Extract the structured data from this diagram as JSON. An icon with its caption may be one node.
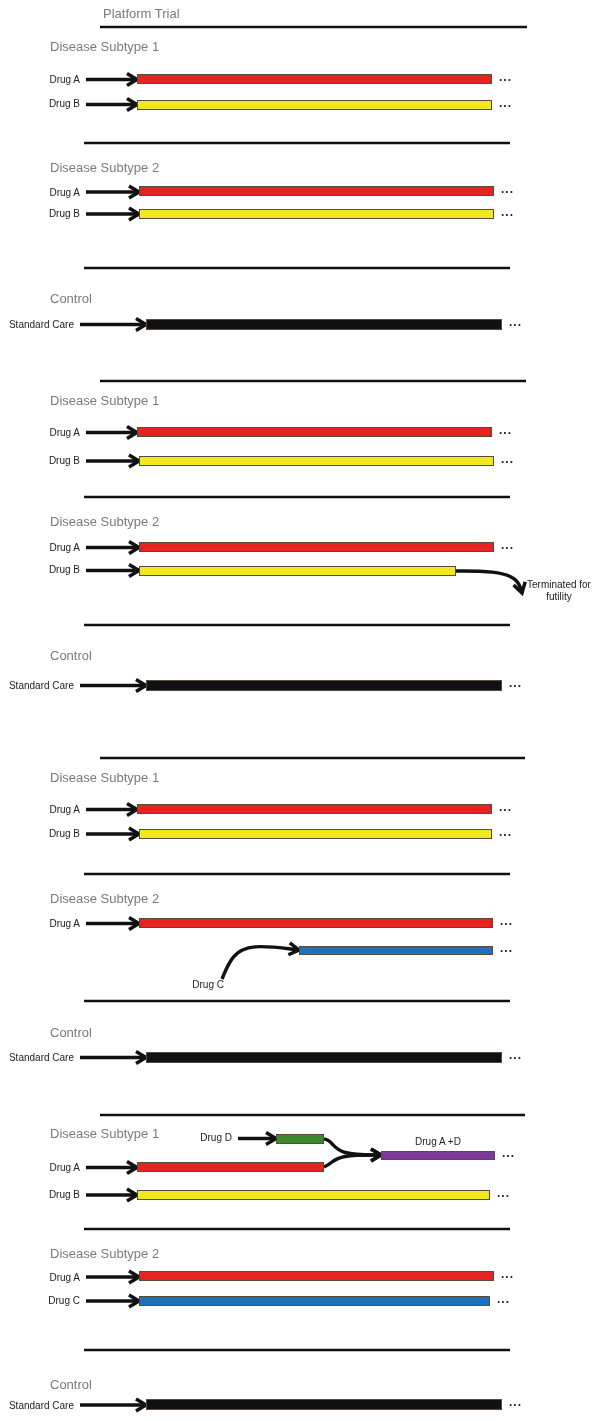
{
  "diagram": {
    "title": "Platform Trial",
    "nodes": [
      {
        "text": [
          "Drug A"
        ]
      },
      {
        "text": [],
        "shape": "bar",
        "beside": [
          "..."
        ]
      },
      {
        "text": [
          "Drug B"
        ]
      },
      {
        "text": [],
        "shape": "bar",
        "beside": [
          "..."
        ]
      },
      {
        "text": [
          "Drug A"
        ]
      },
      {
        "text": [],
        "shape": "bar",
        "beside": [
          "..."
        ]
      },
      {
        "text": [
          "Drug B"
        ]
      },
      {
        "text": [],
        "shape": "bar",
        "beside": [
          "..."
        ]
      },
      {
        "text": [
          "Standard Care"
        ]
      },
      {
        "text": [],
        "shape": "bar",
        "beside": [
          "..."
        ]
      },
      {
        "text": [
          "Drug A"
        ]
      },
      {
        "text": [],
        "shape": "bar",
        "beside": [
          "..."
        ]
      },
      {
        "text": [
          "Drug B"
        ]
      },
      {
        "text": [],
        "shape": "bar",
        "beside": [
          "..."
        ]
      },
      {
        "text": [
          "Drug A"
        ]
      },
      {
        "text": [],
        "shape": "bar",
        "beside": [
          "..."
        ]
      },
      {
        "text": [
          "Drug B"
        ]
      },
      {
        "text": [],
        "shape": "bar"
      },
      {
        "text": [
          "Terminated for futility"
        ]
      },
      {
        "text": [
          "Standard Care"
        ]
      },
      {
        "text": [],
        "shape": "bar",
        "beside": [
          "..."
        ]
      },
      {
        "text": [
          "Drug A"
        ]
      },
      {
        "text": [],
        "shape": "bar",
        "beside": [
          "..."
        ]
      },
      {
        "text": [
          "Drug B"
        ]
      },
      {
        "text": [],
        "shape": "bar",
        "beside": [
          "..."
        ]
      },
      {
        "text": [
          "Drug A"
        ]
      },
      {
        "text": [],
        "shape": "bar",
        "beside": [
          "..."
        ]
      },
      {
        "text": [],
        "shape": "bar",
        "beside": [
          "..."
        ]
      },
      {
        "text": [
          "Drug C"
        ]
      },
      {
        "text": [
          "Standard Care"
        ]
      },
      {
        "text": [],
        "shape": "bar",
        "beside": [
          "..."
        ]
      },
      {
        "text": [
          "Drug D"
        ]
      },
      {
        "text": [],
        "shape": "bar"
      },
      {
        "text": [],
        "shape": "bar",
        "beside": [
          "Drug A +D",
          "..."
        ]
      },
      {
        "text": [
          "Drug A"
        ]
      },
      {
        "text": [],
        "shape": "bar"
      },
      {
        "text": [
          "Drug B"
        ]
      },
      {
        "text": [],
        "shape": "bar",
        "beside": [
          "..."
        ]
      },
      {
        "text": [
          "Drug A"
        ]
      },
      {
        "text": [],
        "shape": "bar",
        "beside": [
          "..."
        ]
      },
      {
        "text": [
          "Drug C"
        ]
      },
      {
        "text": [],
        "shape": "bar",
        "beside": [
          "..."
        ]
      },
      {
        "text": [
          "Standard Care"
        ]
      },
      {
        "text": [],
        "shape": "bar",
        "beside": [
          "..."
        ]
      }
    ],
    "edges": [
      {
        "from": 0,
        "to": 1,
        "arrow": "to"
      },
      {
        "from": 2,
        "to": 3,
        "arrow": "to"
      },
      {
        "from": 4,
        "to": 5,
        "arrow": "to"
      },
      {
        "from": 6,
        "to": 7,
        "arrow": "to"
      },
      {
        "from": 8,
        "to": 9,
        "arrow": "to"
      },
      {
        "from": 10,
        "to": 11,
        "arrow": "to"
      },
      {
        "from": 12,
        "to": 13,
        "arrow": "to"
      },
      {
        "from": 14,
        "to": 15,
        "arrow": "to"
      },
      {
        "from": 16,
        "to": 17,
        "arrow": "to"
      },
      {
        "from": 17,
        "to": 18,
        "arrow": "to"
      },
      {
        "from": 19,
        "to": 20,
        "arrow": "to"
      },
      {
        "from": 21,
        "to": 22,
        "arrow": "to"
      },
      {
        "from": 23,
        "to": 24,
        "arrow": "to"
      },
      {
        "from": 25,
        "to": 26,
        "arrow": "to"
      },
      {
        "from": 28,
        "to": 27,
        "arrow": "to"
      },
      {
        "from": 29,
        "to": 30,
        "arrow": "to"
      },
      {
        "from": 31,
        "to": 32,
        "arrow": "to"
      },
      {
        "from": 32,
        "to": 33,
        "arrow": "to"
      },
      {
        "from": 35,
        "to": 33,
        "arrow": "to"
      },
      {
        "from": 34,
        "to": 35,
        "arrow": "to"
      },
      {
        "from": 36,
        "to": 37,
        "arrow": "to"
      },
      {
        "from": 38,
        "to": 39,
        "arrow": "to"
      },
      {
        "from": 40,
        "to": 41,
        "arrow": "to"
      },
      {
        "from": 42,
        "to": 43,
        "arrow": "to"
      }
    ],
    "labels": [
      "Disease Subtype 1",
      "Disease Subtype 2",
      "Control",
      "Disease Subtype 1",
      "Disease Subtype 2",
      "Control",
      "Disease Subtype 1",
      "Disease Subtype 2",
      "Control",
      "Disease Subtype 1",
      "Disease Subtype 2",
      "Control"
    ]
  }
}
